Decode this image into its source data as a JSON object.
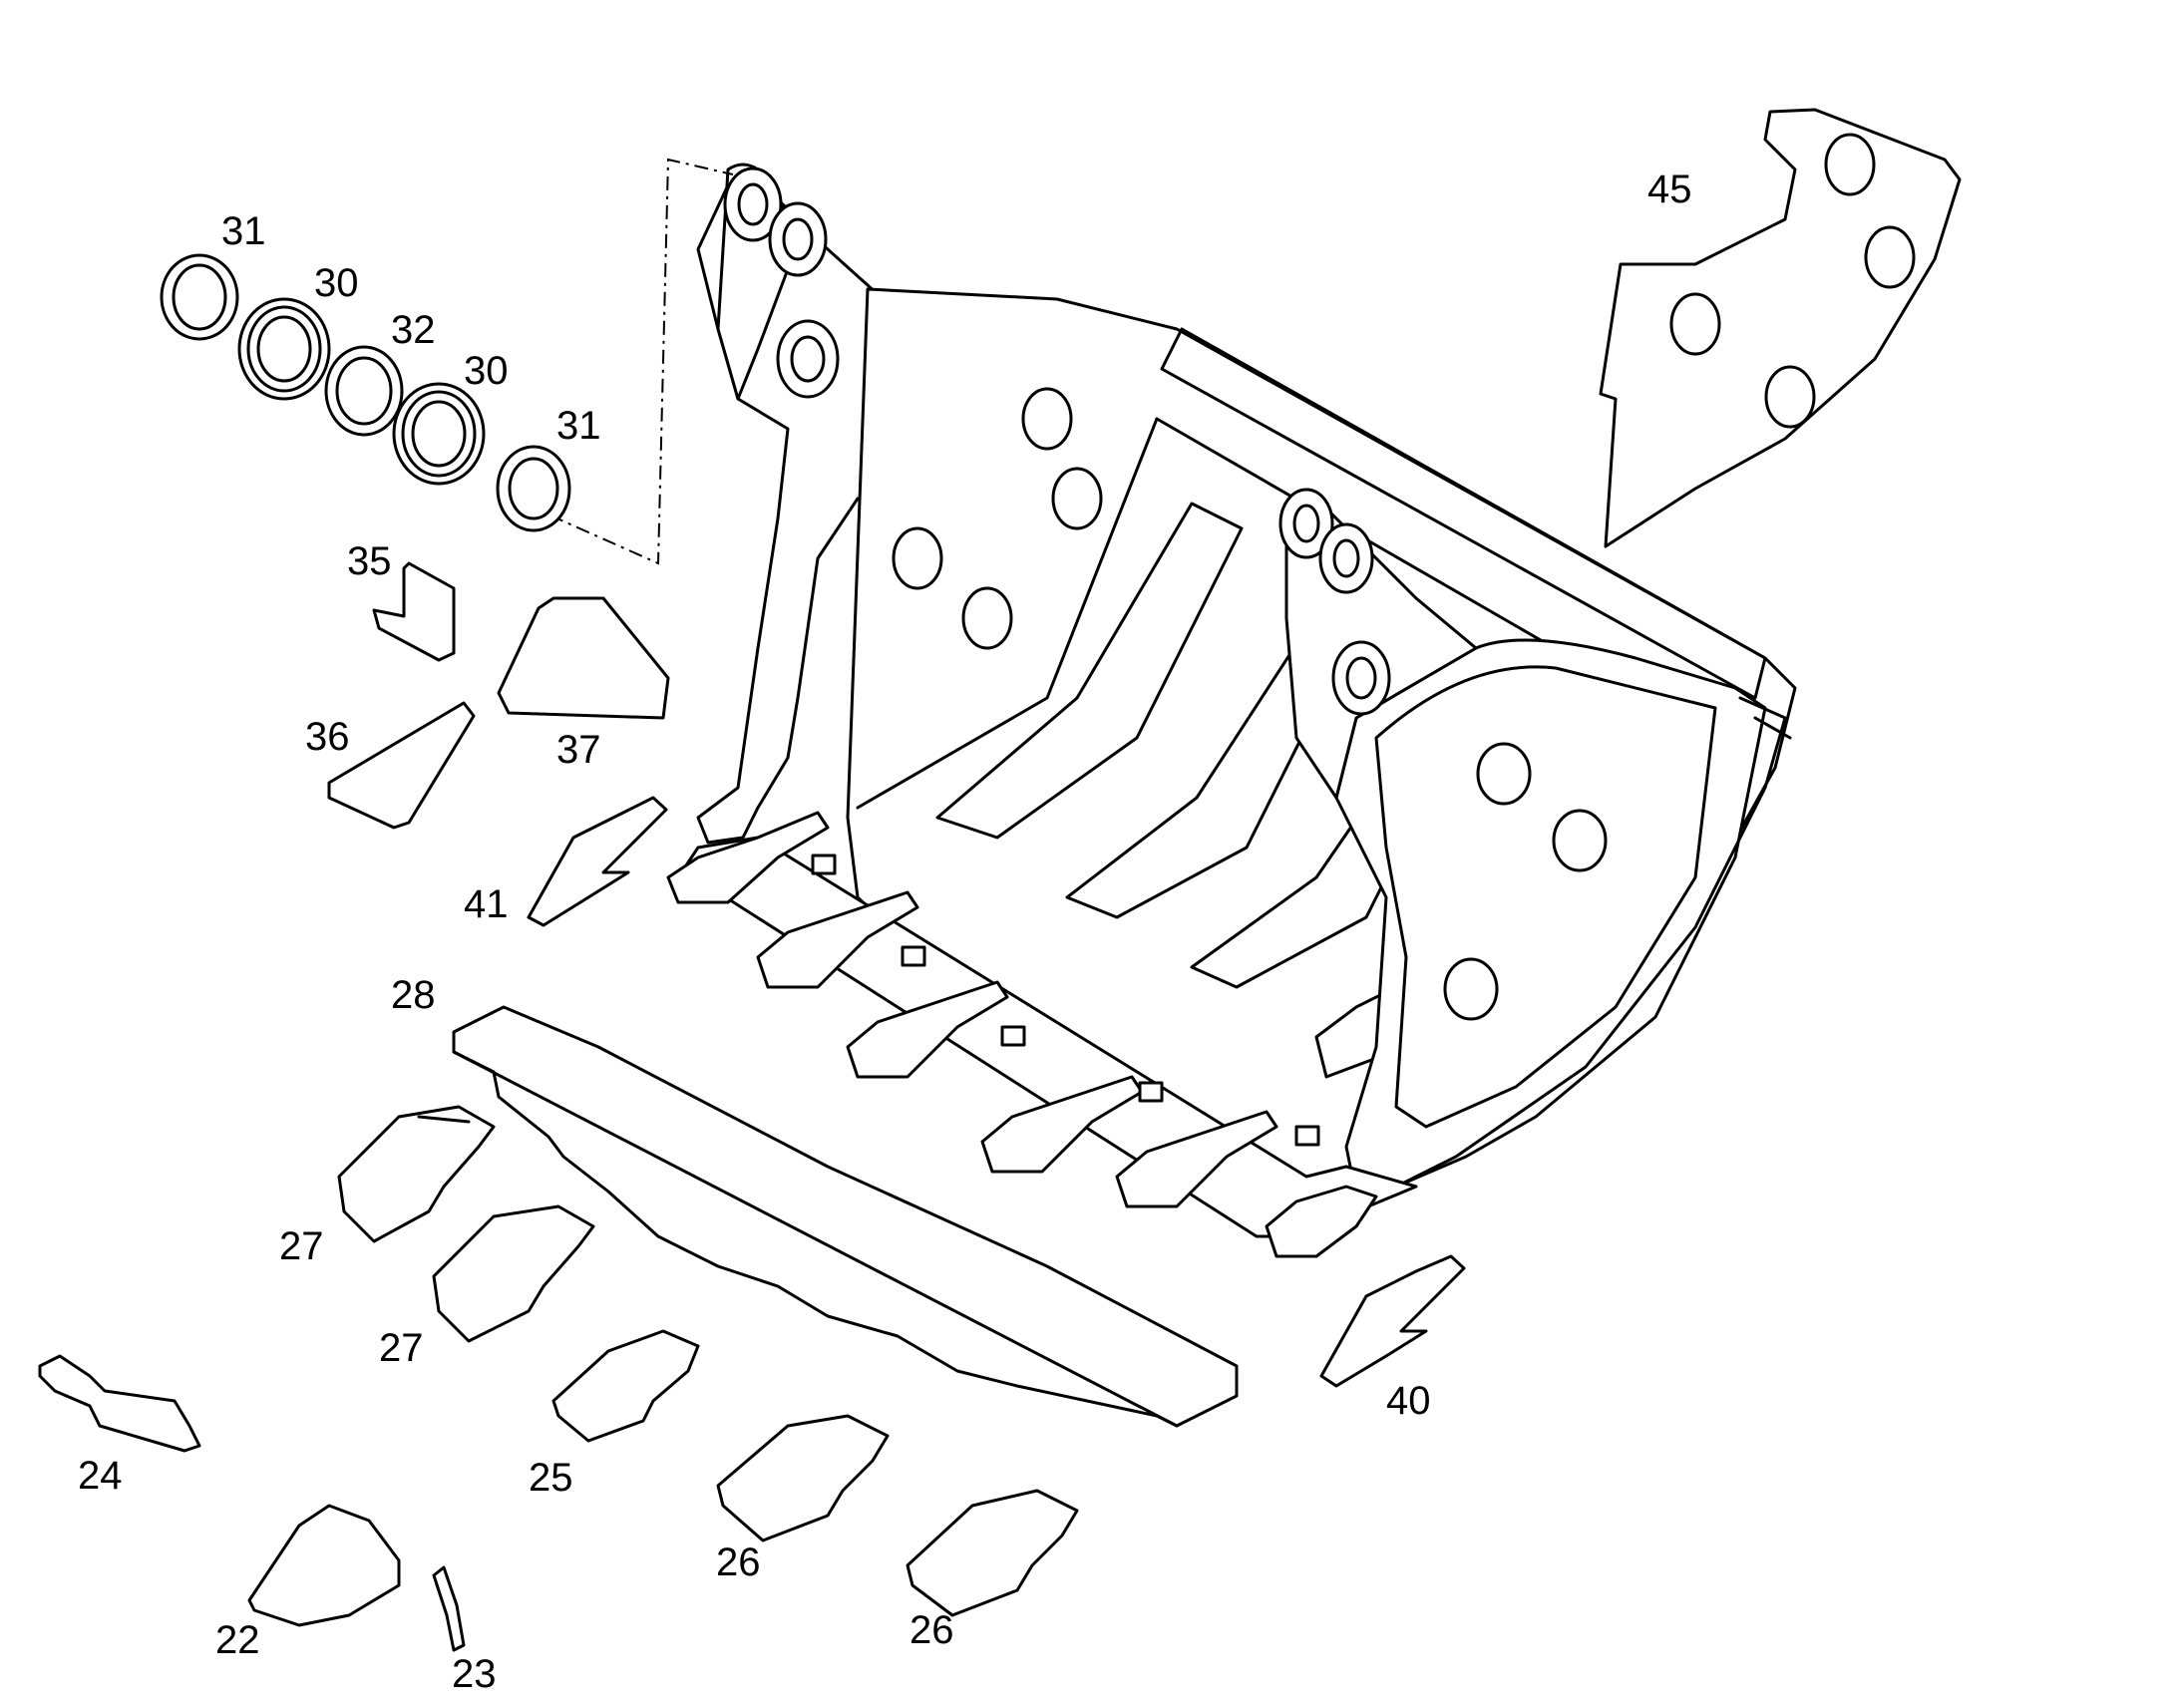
{
  "callouts": {
    "p31a": "31",
    "p30a": "30",
    "p32": "32",
    "p30b": "30",
    "p31b": "31",
    "p45": "45",
    "p35": "35",
    "p37": "37",
    "p36": "36",
    "p41": "41",
    "p28": "28",
    "p27a": "27",
    "p27b": "27",
    "p24": "24",
    "p25": "25",
    "p26a": "26",
    "p26b": "26",
    "p22": "22",
    "p23": "23",
    "p40": "40"
  },
  "colors": {
    "line": "#000000",
    "background": "#ffffff"
  }
}
